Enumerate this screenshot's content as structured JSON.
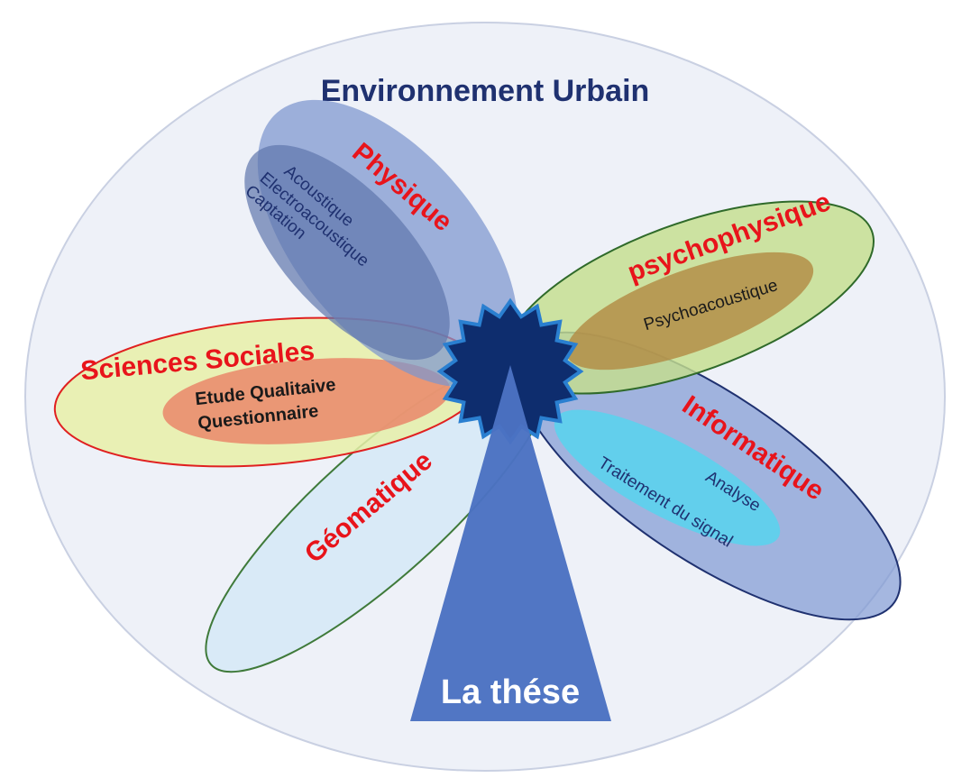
{
  "title": "Environnement Urbain",
  "domains": {
    "physique": {
      "label": "Physique",
      "items": [
        "Acoustique",
        "Electroacoustique",
        "Captation"
      ]
    },
    "psychophysique": {
      "label": "psychophysique",
      "items": [
        "Psychoacoustique"
      ]
    },
    "sciences_sociales": {
      "label": "Sciences Sociales",
      "items": [
        "Etude Qualitaive",
        "Questionnaire"
      ]
    },
    "informatique": {
      "label": "Informatique",
      "items": [
        "Analyse",
        "Traitement du signal"
      ]
    },
    "geomatique": {
      "label": "Géomatique",
      "items": []
    }
  },
  "thesis": "La thése",
  "colors": {
    "background_ellipse": "#eef1f8",
    "title": "#1f3170",
    "domain_label": "#e8141b",
    "physique_petal": "#7d95cf",
    "psychophysique_petal": "#c4de8e",
    "sciences_sociales_petal": "#e8f0a8",
    "informatique_petal": "#8fa6d9",
    "geomatique_petal": "#d6e9f6",
    "hub": "#0e2d6e",
    "thesis_triangle": "#4b72c2"
  }
}
